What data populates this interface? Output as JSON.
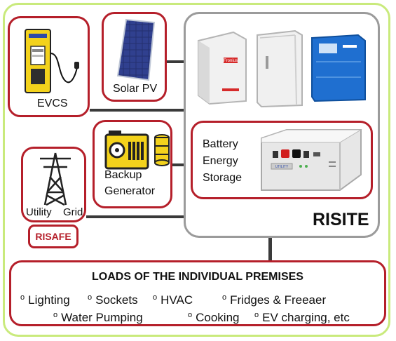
{
  "nodes": {
    "evcs": "EVCS",
    "solar": "Solar PV",
    "backup_line1": "Backup",
    "backup_line2": "Generator",
    "grid_left": "Utility",
    "grid_right": "Grid",
    "risafe": "RISAFE",
    "battery_line1": "Battery",
    "battery_line2": "Energy",
    "battery_line3": "Storage",
    "risite": "RISITE"
  },
  "loads": {
    "title": "LOADS OF THE INDIVIDUAL PREMISES",
    "items": [
      "Lighting",
      "Sockets",
      "HVAC",
      "Fridges & Freeaer",
      "Water Pumping",
      "Cooking",
      "EV charging, etc"
    ]
  },
  "images": {
    "charger_brand": "UTILITY",
    "inverter_brand": "Fronius"
  },
  "colors": {
    "border_red": "#b51f2a",
    "frame_green": "#c9ea7c",
    "risite_gray": "#9b9b9b",
    "yellow": "#f3d21c",
    "inverter_blue": "#1f6fd0"
  }
}
